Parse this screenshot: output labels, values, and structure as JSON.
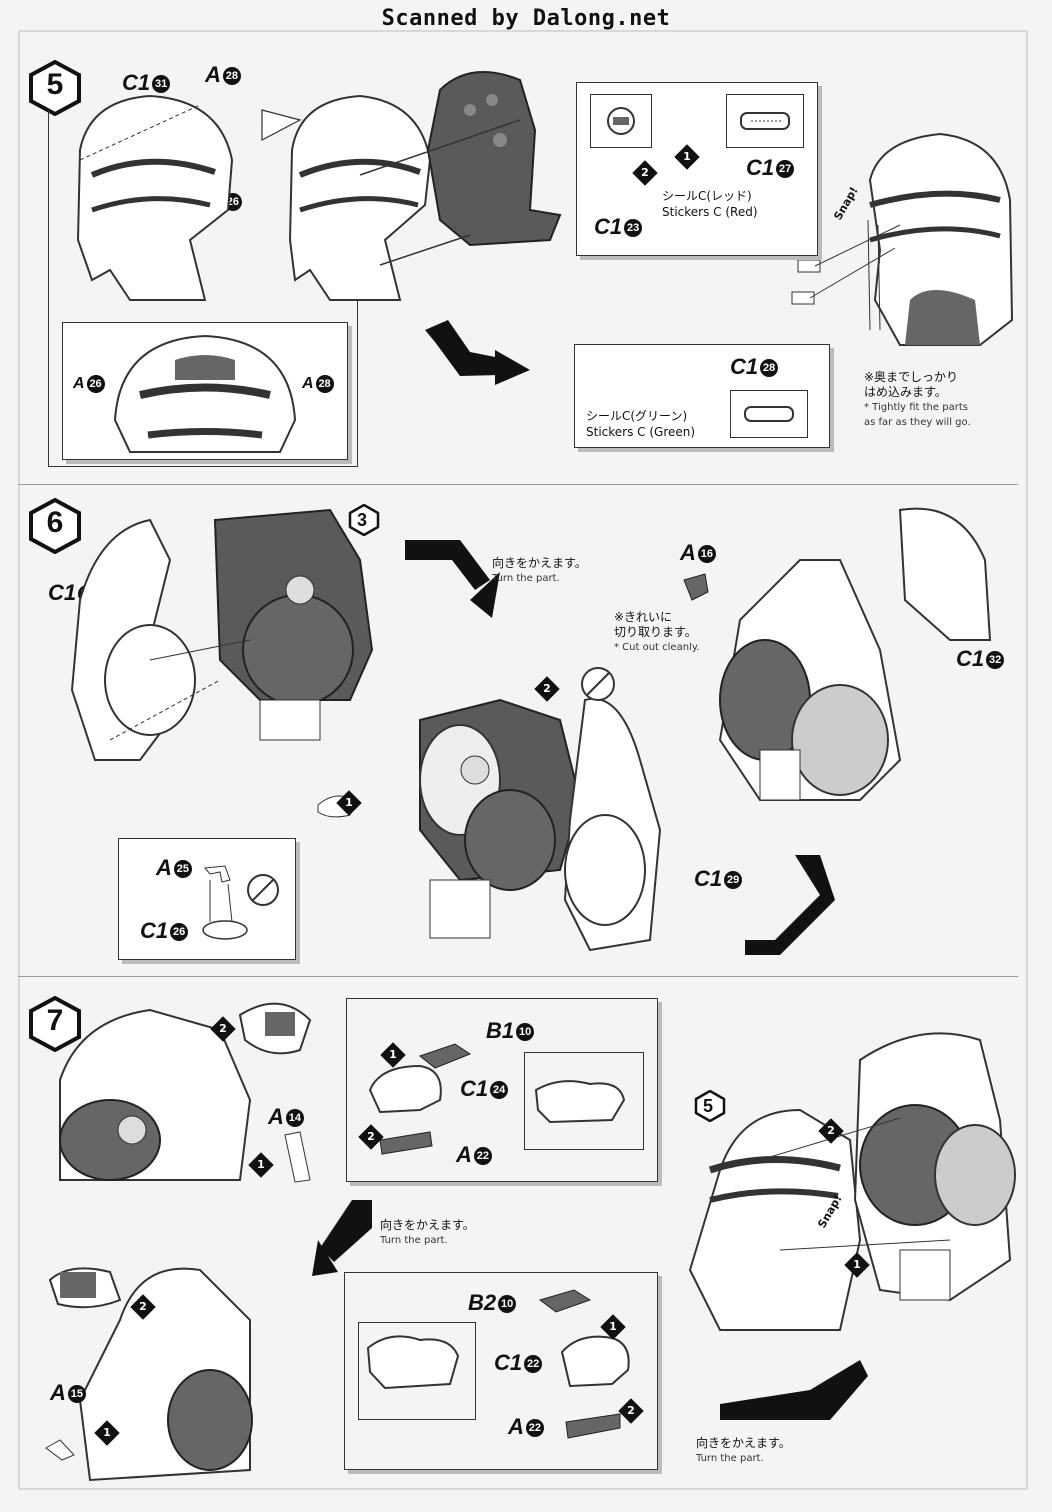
{
  "watermark": "Scanned by Dalong.net",
  "steps": [
    {
      "number": "5",
      "parts": [
        {
          "letter": "C1",
          "num": "31"
        },
        {
          "letter": "A",
          "num": "28"
        },
        {
          "letter": "A",
          "num": "26"
        },
        {
          "letter": "A",
          "num": "26"
        },
        {
          "letter": "A",
          "num": "28"
        },
        {
          "letter": "C1",
          "num": "27"
        },
        {
          "letter": "C1",
          "num": "23"
        },
        {
          "letter": "C1",
          "num": "28"
        }
      ],
      "sticker_red_jp": "シールC(レッド)",
      "sticker_red_en": "Stickers C (Red)",
      "sticker_green_jp": "シールC(グリーン)",
      "sticker_green_en": "Stickers C (Green)",
      "snap_label": "Snap!",
      "note_jp_1": "※奥までしっかり",
      "note_jp_2": "はめ込みます。",
      "note_en_1": "* Tightly fit the parts",
      "note_en_2": "as far as they will go."
    },
    {
      "number": "6",
      "parts": [
        {
          "letter": "C1",
          "num": "30"
        },
        {
          "letter": "A",
          "num": "16"
        },
        {
          "letter": "C1",
          "num": "32"
        },
        {
          "letter": "A",
          "num": "25"
        },
        {
          "letter": "C1",
          "num": "26"
        },
        {
          "letter": "C1",
          "num": "29"
        }
      ],
      "sub_ref": "3",
      "turn_jp": "向きをかえます。",
      "turn_en": "Turn the part.",
      "cut_jp_1": "※きれいに",
      "cut_jp_2": "切り取ります。",
      "cut_en": "* Cut out cleanly."
    },
    {
      "number": "7",
      "parts": [
        {
          "letter": "A",
          "num": "14"
        },
        {
          "letter": "B1",
          "num": "10"
        },
        {
          "letter": "C1",
          "num": "24"
        },
        {
          "letter": "A",
          "num": "22"
        },
        {
          "letter": "B2",
          "num": "10"
        },
        {
          "letter": "C1",
          "num": "22"
        },
        {
          "letter": "A",
          "num": "22"
        },
        {
          "letter": "A",
          "num": "15"
        }
      ],
      "sub_ref": "5",
      "turn_jp": "向きをかえます。",
      "turn_en": "Turn the part.",
      "turn2_jp": "向きをかえます。",
      "turn2_en": "Turn the part.",
      "snap_label": "Snap!"
    }
  ],
  "order_marks": [
    "1",
    "2"
  ]
}
